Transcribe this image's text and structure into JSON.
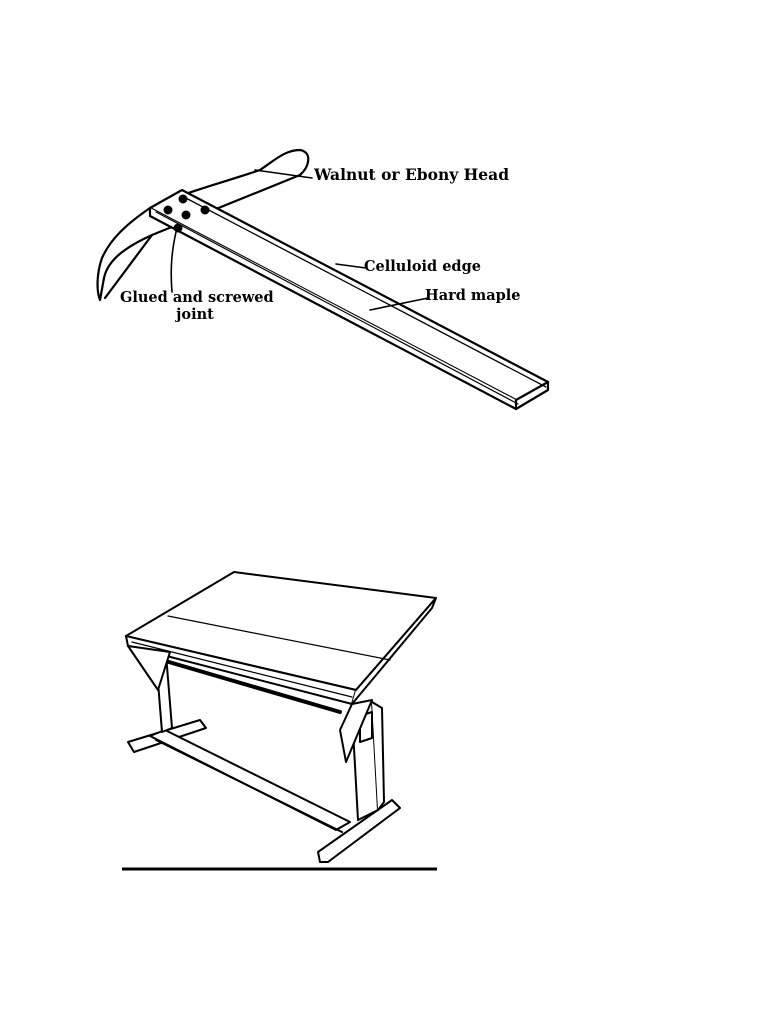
{
  "tsquare": {
    "labels": {
      "head": "Walnut or Ebony Head",
      "edge": "Celluloid edge",
      "blade": "Hard maple",
      "joint_line1": "Glued and screwed",
      "joint_line2": "joint"
    }
  },
  "drafting_table": {}
}
